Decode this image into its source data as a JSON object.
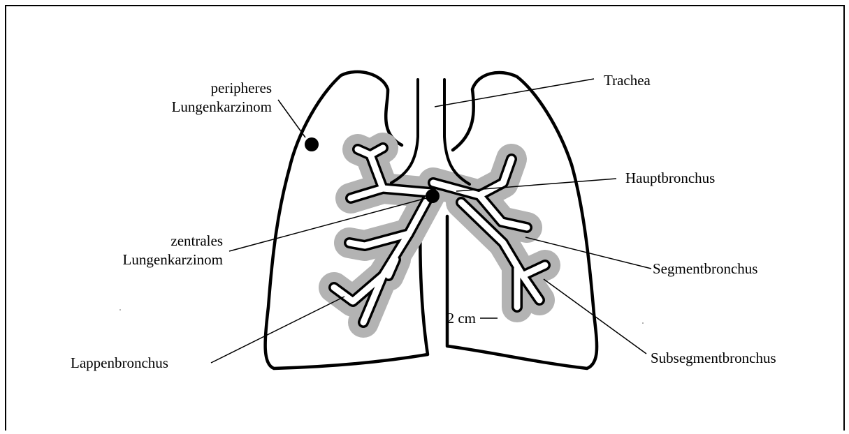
{
  "labels": {
    "peripheral_line1": "peripheres",
    "peripheral_line2": "Lungenkarzinom",
    "central_line1": "zentrales",
    "central_line2": "Lungenkarzinom",
    "lobar_bronchus": "Lappenbronchus",
    "trachea": "Trachea",
    "main_bronchus": "Hauptbronchus",
    "segmental_bronchus": "Segmentbronchus",
    "subsegmental_bronchus": "Subsegmentbronchus",
    "scale": "2 cm"
  },
  "colors": {
    "outline": "#000000",
    "airway_halo": "#b3b3b3",
    "background": "#ffffff",
    "tumor": "#000000"
  }
}
